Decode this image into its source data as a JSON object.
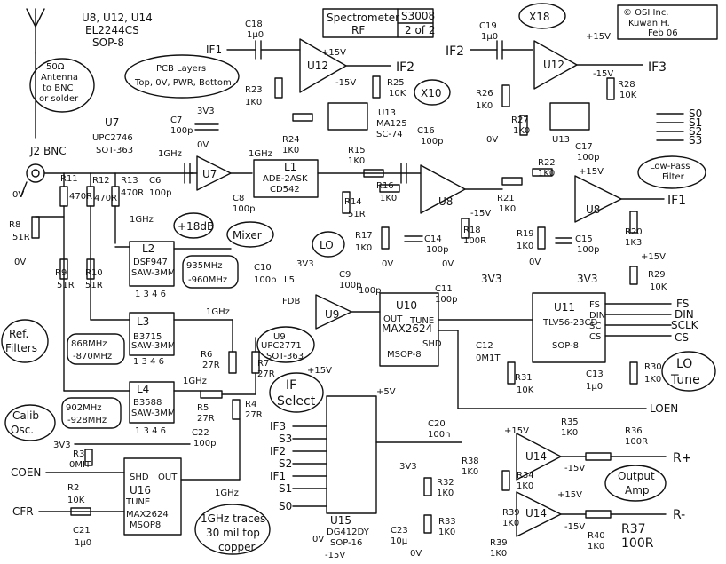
{
  "title_block": {
    "title_line1": "Spectrometer",
    "title_line2": "RF",
    "doc_number": "S3008",
    "sheet": "2 of 2"
  },
  "copyright": {
    "line1": "© OSI Inc.",
    "line2": "Kuwan H.",
    "line3": "Feb 06"
  },
  "notes": {
    "antenna": [
      "50Ω",
      "Antenna",
      "to BNC",
      "or solder"
    ],
    "amp_ics": [
      "U8, U12, U14",
      "EL2244CS",
      "SOP-8"
    ],
    "pcb_layers": [
      "PCB Layers",
      "Top, 0V, PWR, Bottom"
    ],
    "u7_part": [
      "UPC2746",
      "SOT-363"
    ],
    "x10": "X10",
    "x18": "X18",
    "plus18db": "+18dB",
    "mixer": "Mixer",
    "lo": "LO",
    "ref_filters": [
      "Ref.",
      "Filters"
    ],
    "freq_935": [
      "935MHz",
      "-960MHz"
    ],
    "freq_868": [
      "868MHz",
      "-870MHz"
    ],
    "freq_902": [
      "902MHz",
      "-928MHz"
    ],
    "calib_osc": [
      "Calib",
      "Osc."
    ],
    "if_select": [
      "IF",
      "Select"
    ],
    "low_pass": [
      "Low-Pass",
      "Filter"
    ],
    "lo_tune": [
      "LO",
      "Tune"
    ],
    "output_amp": [
      "Output",
      "Amp"
    ],
    "traces": [
      "1GHz traces",
      "30 mil top",
      "copper"
    ],
    "u9_part": [
      "U9",
      "UPC2771",
      "SOT-363"
    ]
  },
  "components": {
    "J2": "J2 BNC",
    "R11": "R11",
    "R11v": "470R",
    "R12": "R12",
    "R12v": "470R",
    "R13": "R13",
    "R13v": "470R",
    "R8": "R8",
    "R8v": "51R",
    "R9": "R9",
    "R9v": "51R",
    "R10": "R10",
    "R10v": "51R",
    "C6": "C6",
    "C6v": "100p",
    "U7": "U7",
    "C7": "C7",
    "C7v": "100p",
    "C8": "C8",
    "C8v": "100p",
    "L1": "L1",
    "L1v": "ADE-2ASK",
    "L1b": "CD542",
    "L2": "L2",
    "L2v": "DSF947",
    "L2b": "SAW-3MM",
    "L3": "L3",
    "L3v": "B3715",
    "L3b": "SAW-3MM",
    "L4": "L4",
    "L4v": "B3588",
    "L4b": "SAW-3MM",
    "R6": "R6",
    "R6v": "27R",
    "R7": "R7",
    "R7v": "27R",
    "R5": "R5",
    "R5v": "27R",
    "R4": "R4",
    "R4v": "27R",
    "C18": "C18",
    "C18v": "1μ0",
    "U12a": "U12",
    "R23": "R23",
    "R23v": "1K0",
    "R24": "R24",
    "R24v": "1K0",
    "R25": "R25",
    "R25v": "10K",
    "U13a": "U13",
    "U13v": "MA125",
    "U13b": "SC-74",
    "C19": "C19",
    "C19v": "1μ0",
    "U12b": "U12",
    "R26": "R26",
    "R26v": "1K0",
    "R27": "R27",
    "R27v": "1K0",
    "R28": "R28",
    "R28v": "10K",
    "U13b2": "U13",
    "C16": "C16",
    "C16v": "100p",
    "R15": "R15",
    "R15v": "1K0",
    "R16": "R16",
    "R16v": "1K0",
    "R14": "R14",
    "R14v": "51R",
    "R17": "R17",
    "R17v": "1K0",
    "C14": "C14",
    "C14v": "100p",
    "R18": "R18",
    "R18v": "100R",
    "U8a": "U8",
    "C17": "C17",
    "C17v": "100p",
    "R22": "R22",
    "R22v": "1K0",
    "R21": "R21",
    "R21v": "1K0",
    "R19": "R19",
    "R19v": "1K0",
    "C15": "C15",
    "C15v": "100p",
    "R20": "R20",
    "R20v": "1K3",
    "U8b": "U8",
    "C10": "C10",
    "C10v": "100p",
    "L5": "L5",
    "L5v": "FDB",
    "C9": "C9",
    "C9v": "100p",
    "U9": "U9",
    "C11": "C11",
    "C11v": "100p",
    "U10": "U10",
    "U10v": "MAX2624",
    "U10b": "MSOP-8",
    "C12": "C12",
    "C12v": "0M1T",
    "R31": "R31",
    "R31v": "10K",
    "U11": "U11",
    "U11v": "TLV56-23CD",
    "U11b": "SOP-8",
    "R29": "R29",
    "R29v": "10K",
    "R30": "R30",
    "R30v": "1K0",
    "C13": "C13",
    "C13v": "1μ0",
    "R3": "R3",
    "R3v": "0MIT",
    "R2": "R2",
    "R2v": "10K",
    "U16": "U16",
    "U16v": "MAX2624",
    "U16b": "MSOP8",
    "C21": "C21",
    "C21v": "1μ0",
    "C22": "C22",
    "C22v": "100p",
    "U15": "U15",
    "U15v": "DG412DY",
    "U15b": "SOP-16",
    "R32": "R32",
    "R32v": "1K0",
    "R33": "R33",
    "R33v": "1K0",
    "C23": "C23",
    "C23v": "10μ",
    "R35": "R35",
    "R35v": "1K0",
    "R36": "R36",
    "R36v": "100R",
    "R34": "R34",
    "R34v": "1K0",
    "R38": "R38",
    "R38v": "1K0",
    "R39a": "R39",
    "R39av": "1K0",
    "R39b": "R39",
    "R39bv": "1K0",
    "R40": "R40",
    "R40v": "1K0",
    "R37": "R37",
    "R37v": "100R",
    "U14a": "U14",
    "U14b": "U14",
    "C20": "C20",
    "C20v": "100n"
  },
  "nets": {
    "IF1": "IF1",
    "IF2": "IF2",
    "IF3": "IF3",
    "COEN": "COEN",
    "CFR": "CFR",
    "LOEN": "LOEN",
    "S0": "S0",
    "S1": "S1",
    "S2": "S2",
    "S3": "S3",
    "FS": "FS",
    "DIN": "DIN",
    "SCLK": "SCLK",
    "CS": "CS",
    "Rplus": "R+",
    "Rminus": "R-",
    "OUT": "OUT",
    "TUNE": "TUNE",
    "SHD": "SHD"
  },
  "power": {
    "p15": "+15V",
    "m15": "-15V",
    "p5": "+5V",
    "v33": "3V3",
    "gnd": "0V",
    "ghz": "1GHz"
  }
}
